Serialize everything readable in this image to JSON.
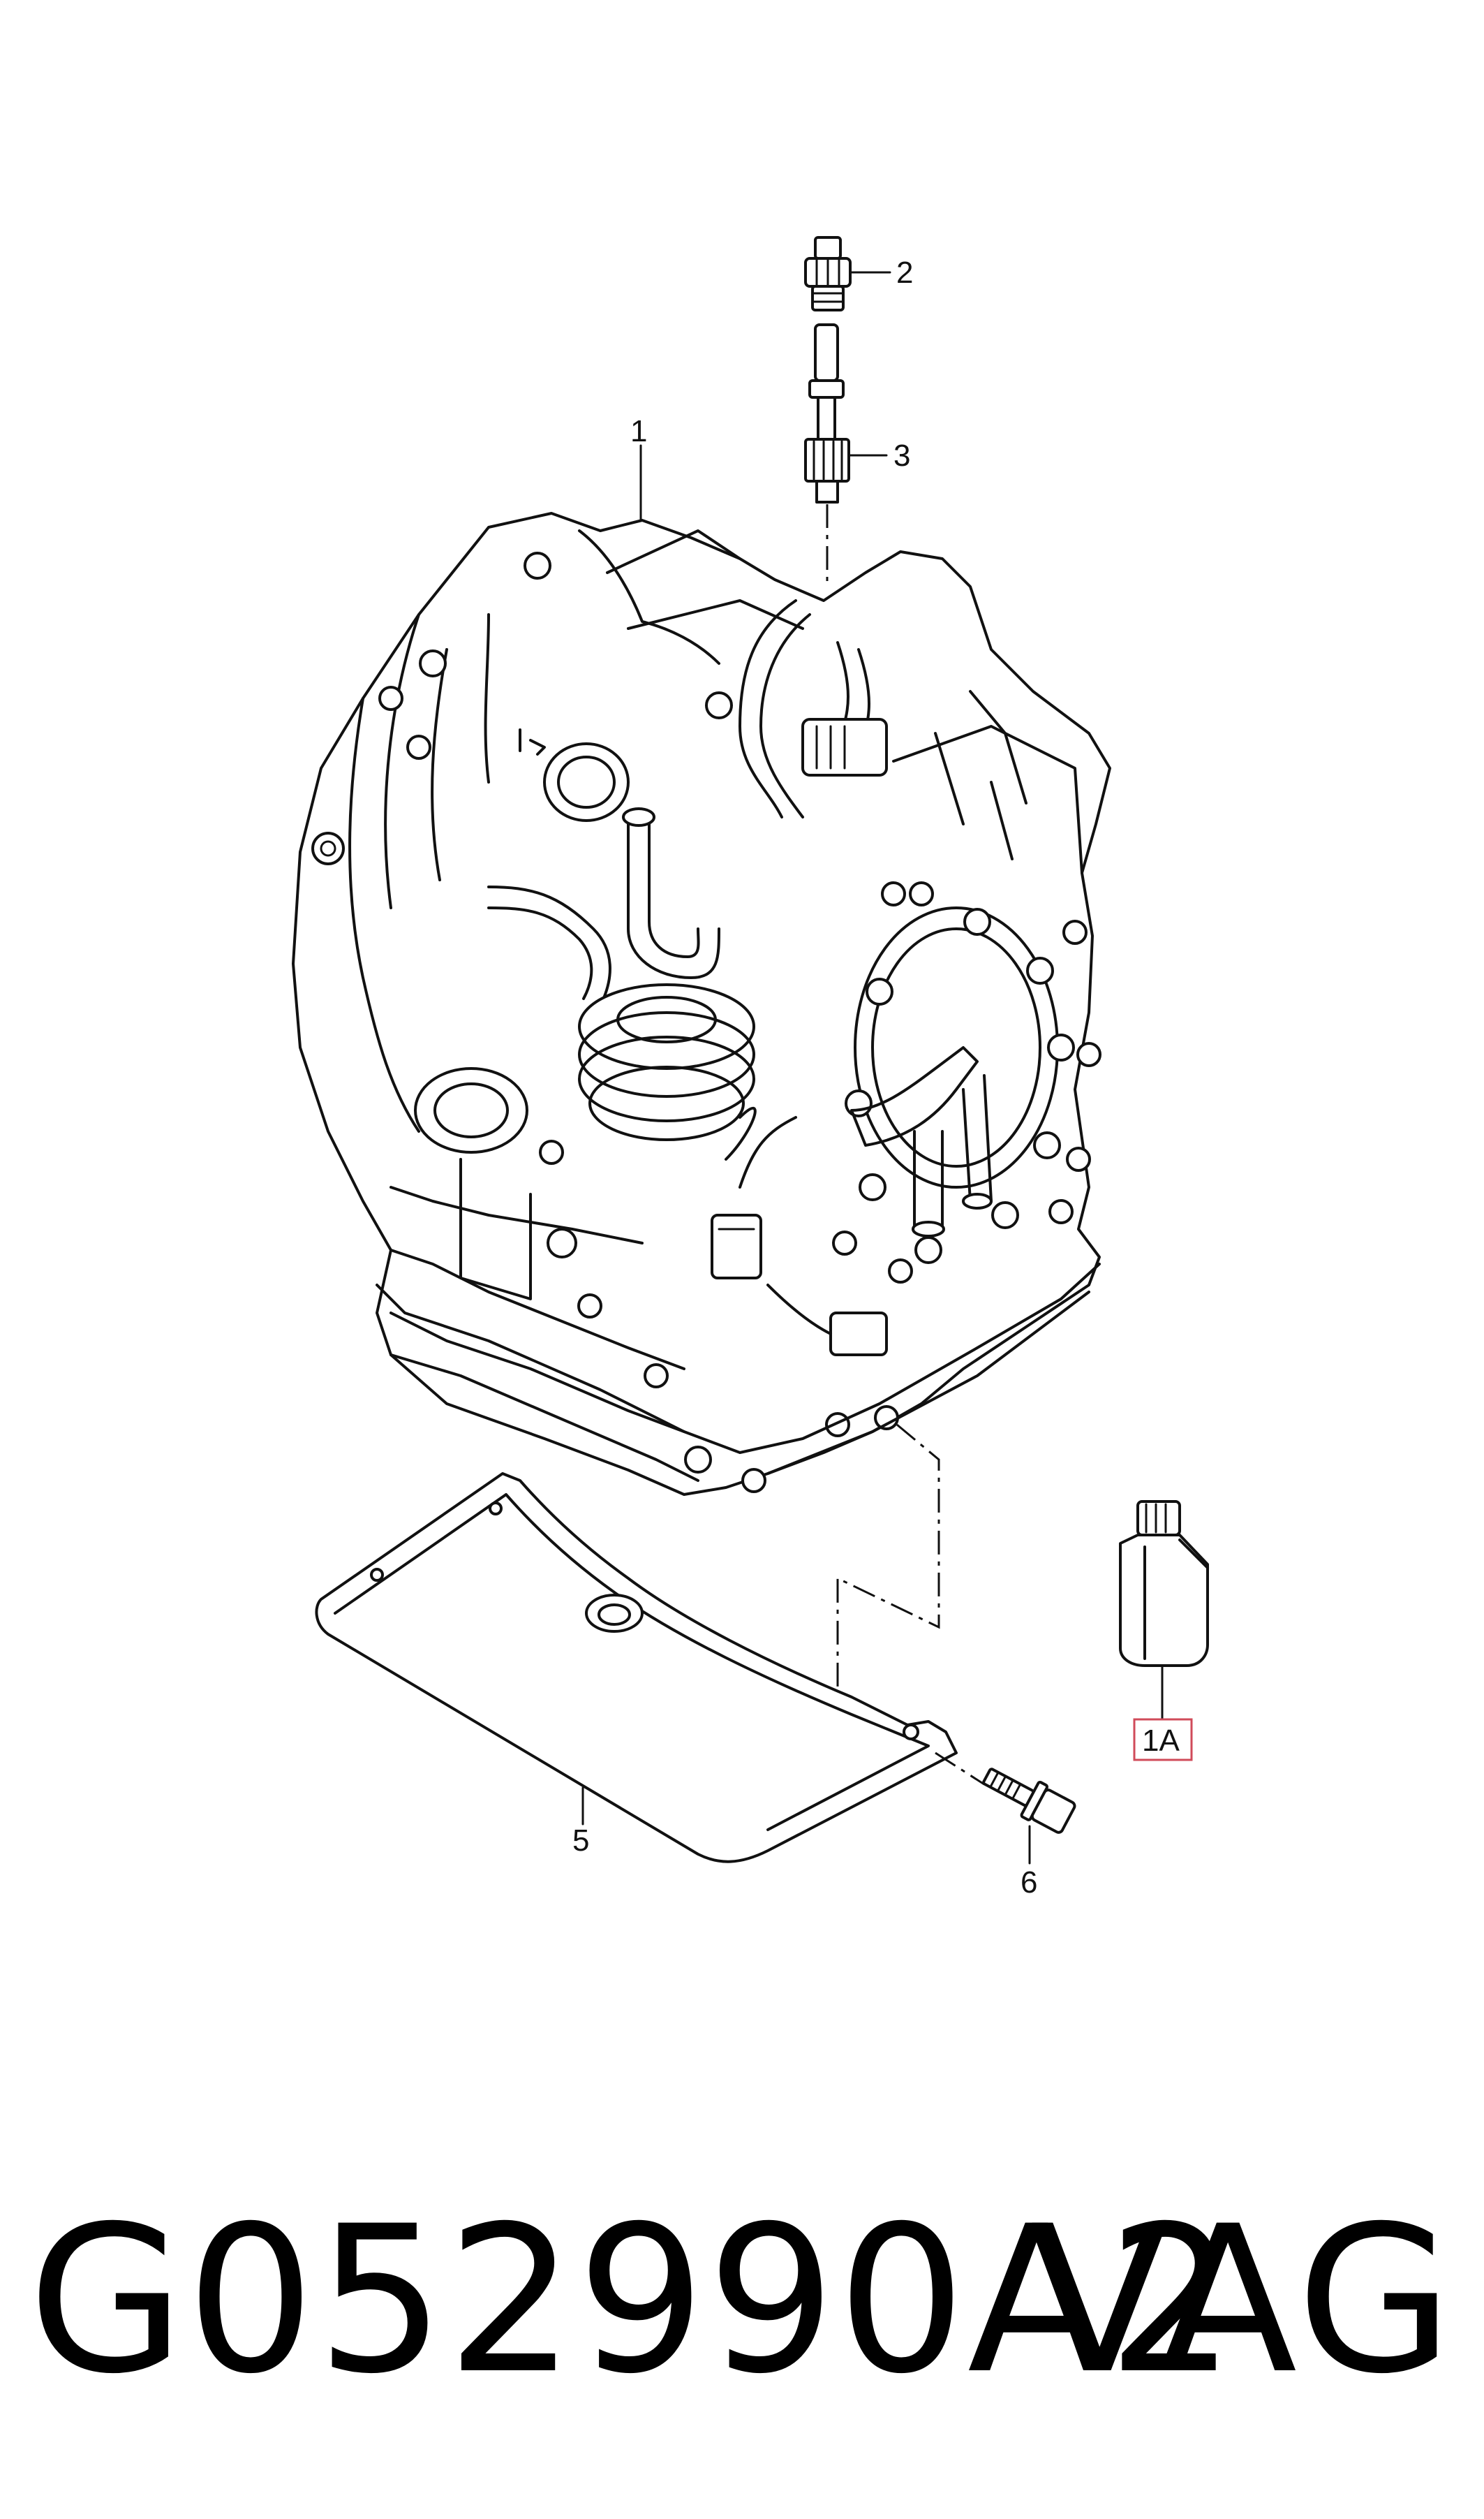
{
  "callouts": {
    "transmission": "1",
    "fluid": "1A",
    "sender": "2",
    "drive_gear": "3",
    "cover": "5",
    "bolt": "6"
  },
  "footer": {
    "part_number": "G052990A2",
    "brand": "VAG"
  }
}
